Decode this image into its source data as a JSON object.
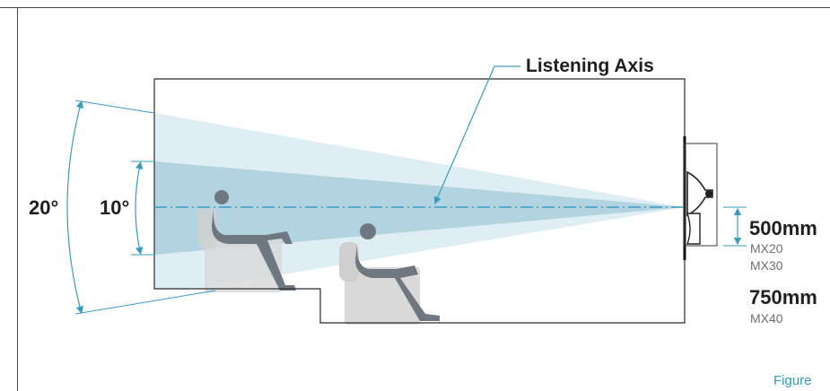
{
  "labels": {
    "listening_axis": "Listening Axis",
    "angle_wide": "20°",
    "angle_narrow": "10°",
    "figure": "Figure"
  },
  "heights": [
    {
      "value": "500mm",
      "models": [
        "MX20",
        "MX30"
      ]
    },
    {
      "value": "750mm",
      "models": [
        "MX40"
      ]
    }
  ],
  "colors": {
    "accent": "#3a9bbf",
    "cone_outer": "#dfeef4",
    "cone_inner": "#b2d4e1",
    "furniture": "#d9d9d9",
    "silhouette": "#6f7880",
    "outline": "#2b2b2b"
  }
}
